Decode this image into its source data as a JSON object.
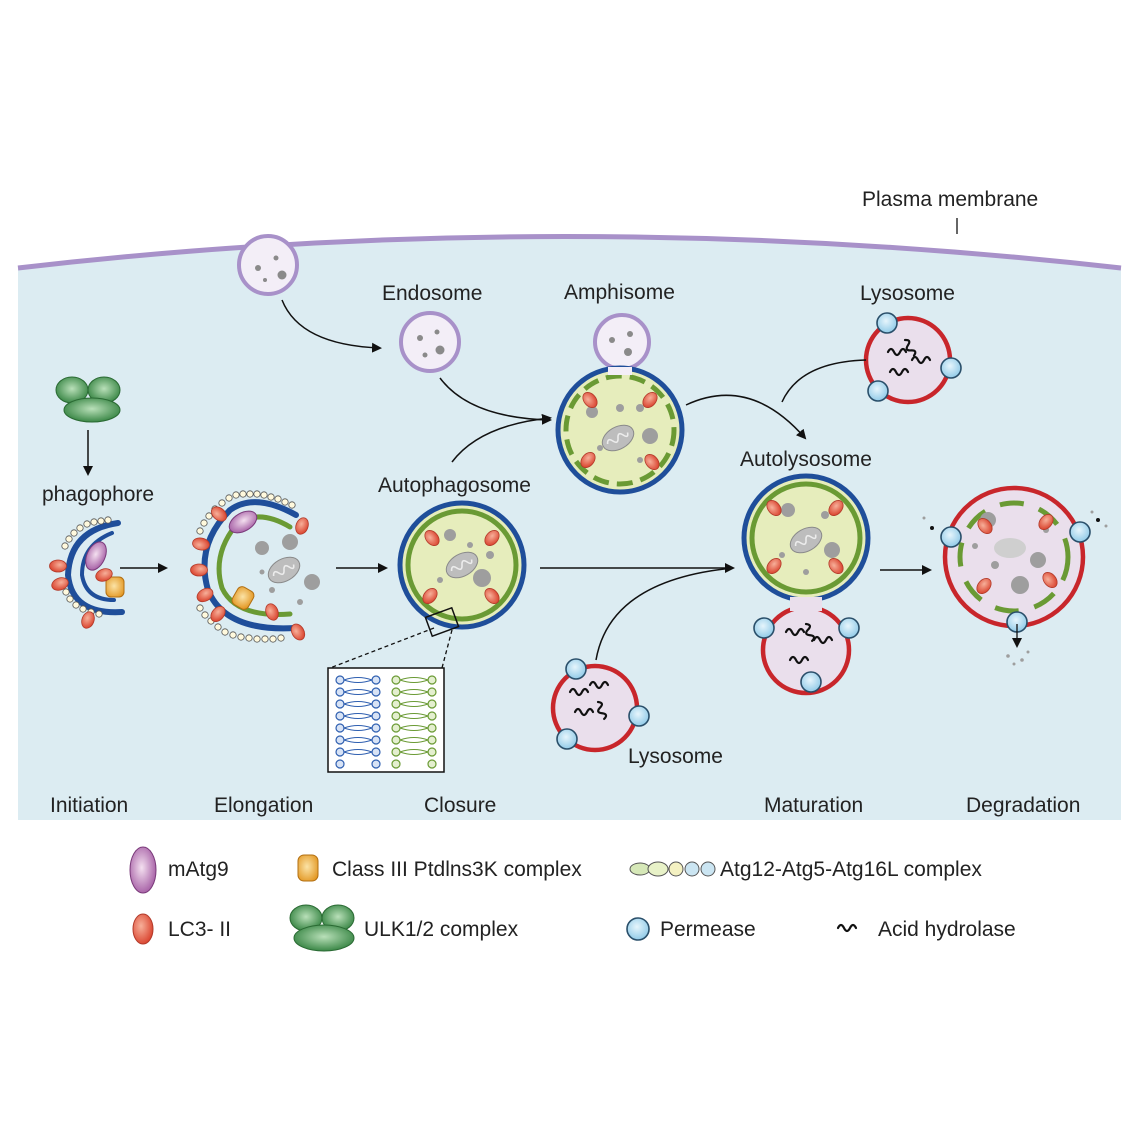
{
  "labels": {
    "plasma_membrane": "Plasma membrane",
    "endosome": "Endosome",
    "amphisome": "Amphisome",
    "lysosome_top": "Lysosome",
    "phagophore": "phagophore",
    "autophagosome": "Autophagosome",
    "autolysosome": "Autolysosome",
    "lysosome_bottom": "Lysosome"
  },
  "stages": [
    "Initiation",
    "Elongation",
    "Closure",
    "Maturation",
    "Degradation"
  ],
  "legend": {
    "matg9": "mAtg9",
    "ptdins3k": "Class III Ptdlns3K complex",
    "atg12": "Atg12-Atg5-Atg16L complex",
    "lc3": "LC3- II",
    "ulk": "ULK1/2 complex",
    "permease": "Permease",
    "hydrolase": "Acid hydrolase"
  },
  "colors": {
    "cytoplasm": "#dcecf2",
    "plasma_membrane": "#a891c9",
    "autophagosome_outer": "#1f4e9a",
    "autophagosome_inner": "#6a9a34",
    "lumen": "#e6edbc",
    "lysosome_membrane": "#c8262b",
    "lysosome_lumen": "#eadfec",
    "endosome": "#a891c9",
    "lc3": "#e2553f",
    "permease": "#a8d6ec",
    "ulk": "#3f8f4a"
  }
}
